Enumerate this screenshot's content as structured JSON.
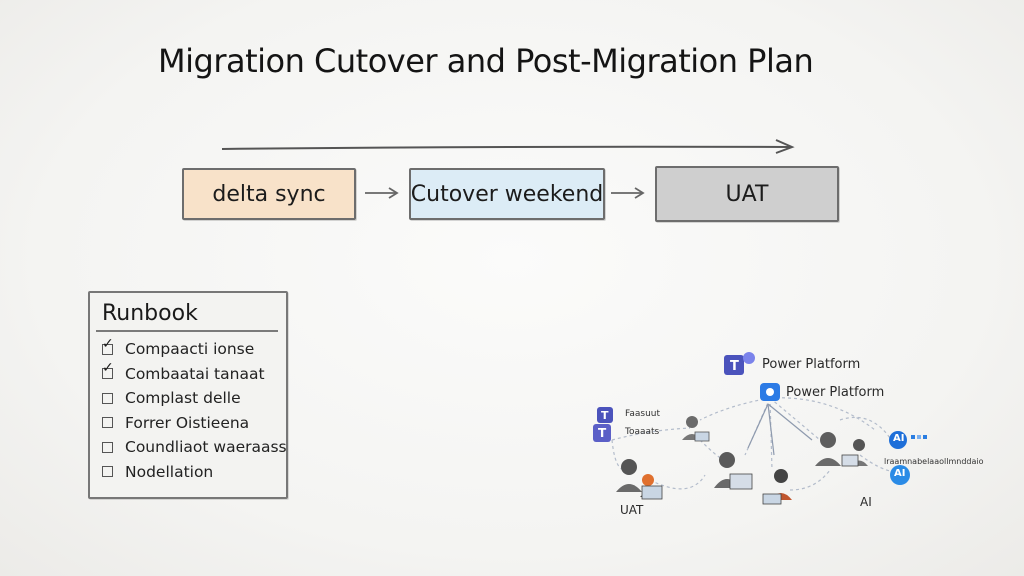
{
  "title": "Migration Cutover  and Post-Migration Plan",
  "stages": [
    {
      "label": "delta sync",
      "color": "#f8e2c9"
    },
    {
      "label": "Cutover weekend",
      "color": "#dcecf6"
    },
    {
      "label": "UAT",
      "color": "#cfcfcf"
    }
  ],
  "runbook": {
    "title": "Runbook",
    "items": [
      {
        "label": "Compaacti ionse",
        "checked": true
      },
      {
        "label": "Combaatai tanaat",
        "checked": true
      },
      {
        "label": "Complast delle",
        "checked": false
      },
      {
        "label": "Forrer Oistieena",
        "checked": false
      },
      {
        "label": "Coundliaot waeraass",
        "checked": false
      },
      {
        "label": "Nodellation",
        "checked": false
      }
    ]
  },
  "network": {
    "power_platform_top": "Power Platform",
    "power_platform_mid": "Power Platform",
    "teams_label_1": "Faasuut",
    "teams_label_2": "Toaaats",
    "uat_label": "UAT",
    "ai_label": "AI",
    "ai_badge": "AI",
    "ai_caption": "lraamnabelaaollmnddaio",
    "colors": {
      "teams": "#5b5fc7",
      "ai": "#2a7de1",
      "connector": "#9aa7b8"
    }
  }
}
